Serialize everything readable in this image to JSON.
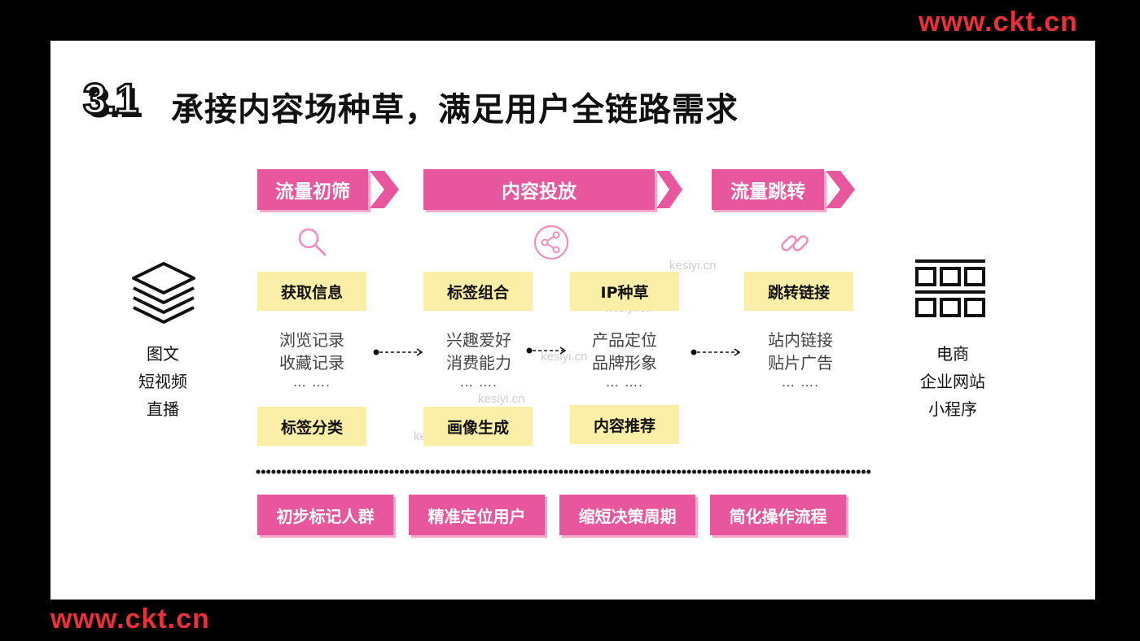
{
  "watermark": {
    "top": "www.ckt.cn",
    "bottom": "www.ckt.cn"
  },
  "slide": {
    "number": "3.1",
    "title": "承接内容场种草，满足用户全链路需求"
  },
  "phases": [
    {
      "label": "流量初筛",
      "icon": "search-icon"
    },
    {
      "label": "内容投放",
      "icon": "share-icon"
    },
    {
      "label": "流量跳转",
      "icon": "link-icon"
    }
  ],
  "left": {
    "icon": "layers-icon",
    "lines": [
      "图文",
      "短视频",
      "直播"
    ]
  },
  "right": {
    "icon": "grid-icon",
    "lines": [
      "电商",
      "企业网站",
      "小程序"
    ]
  },
  "top_tags": [
    "获取信息",
    "标签组合",
    "IP种草",
    "跳转链接"
  ],
  "descriptions": [
    {
      "lines": [
        "浏览记录",
        "收藏记录"
      ],
      "ellipsis": "… …."
    },
    {
      "lines": [
        "兴趣爱好",
        "消费能力"
      ],
      "ellipsis": "… …."
    },
    {
      "lines": [
        "产品定位",
        "品牌形象"
      ],
      "ellipsis": "… …."
    },
    {
      "lines": [
        "站内链接",
        "贴片广告"
      ],
      "ellipsis": "… …."
    }
  ],
  "bottom_tags": [
    "标签分类",
    "画像生成",
    "内容推荐"
  ],
  "results": [
    "初步标记人群",
    "精准定位用户",
    "缩短决策周期",
    "简化操作流程"
  ],
  "faint_watermark": "kesiyi.cn",
  "colors": {
    "pink": "#e8569e",
    "yellow": "#fbefa8",
    "watermark_red": "#e8313a"
  }
}
